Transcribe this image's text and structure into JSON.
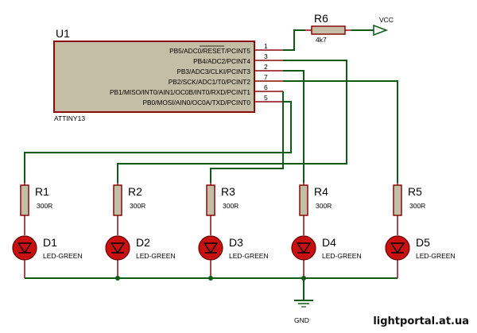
{
  "ic": {
    "ref": "U1",
    "part": "ATTINY13",
    "pins": [
      {
        "label": "PB5/ADC0/RESET/PCINT5",
        "num": "1"
      },
      {
        "label": "PB4/ADC2/PCINT4",
        "num": "3"
      },
      {
        "label": "PB3/ADC3/CLKI/PCINT3",
        "num": "2"
      },
      {
        "label": "PB2/SCK/ADC1/T0/PCINT2",
        "num": "7"
      },
      {
        "label": "PB1/MISO/INT0/AIN1/OC0B/INT0/RXD/PCINT1",
        "num": "6"
      },
      {
        "label": "PB0/MOSI/AIN0/OC0A/TXD/PCINT0",
        "num": "5"
      }
    ]
  },
  "pullup": {
    "ref": "R6",
    "value": "4k7"
  },
  "vcc": "VCC",
  "gnd": "GND",
  "resistors": [
    {
      "ref": "R1",
      "value": "300R"
    },
    {
      "ref": "R2",
      "value": "300R"
    },
    {
      "ref": "R3",
      "value": "300R"
    },
    {
      "ref": "R4",
      "value": "300R"
    },
    {
      "ref": "R5",
      "value": "300R"
    }
  ],
  "leds": [
    {
      "ref": "D1",
      "value": "LED-GREEN"
    },
    {
      "ref": "D2",
      "value": "LED-GREEN"
    },
    {
      "ref": "D3",
      "value": "LED-GREEN"
    },
    {
      "ref": "D4",
      "value": "LED-GREEN"
    },
    {
      "ref": "D5",
      "value": "LED-GREEN"
    }
  ],
  "watermark": "lightportal.at.ua",
  "colors": {
    "wire": "#0f5a14",
    "pin": "#8a0a0a",
    "ic_body": "#c4bea6",
    "led": "#c81010"
  }
}
